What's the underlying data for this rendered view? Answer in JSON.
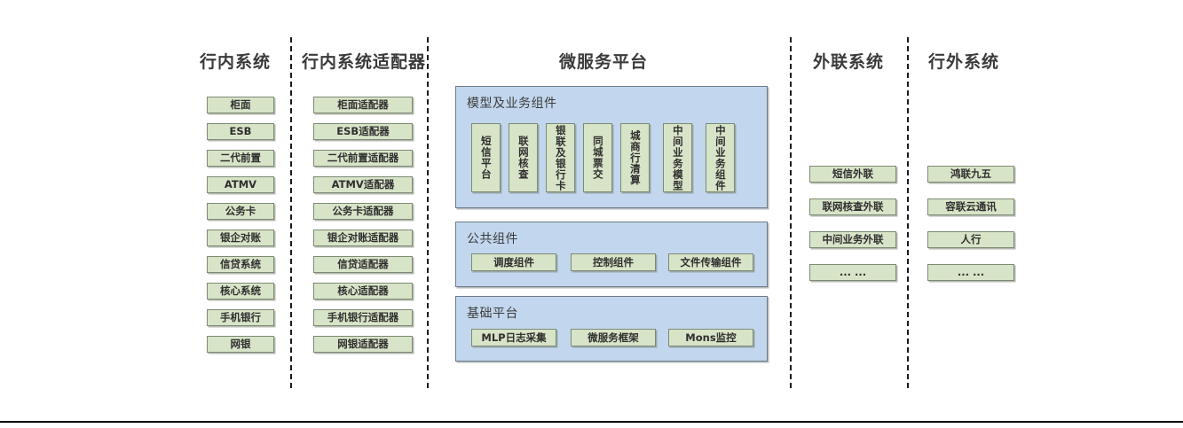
{
  "columns": {
    "internal_systems": {
      "title": "行内系统",
      "items": [
        {
          "label": "柜面"
        },
        {
          "label": "ESB"
        },
        {
          "label": "二代前置"
        },
        {
          "label": "ATMV"
        },
        {
          "label": "公务卡"
        },
        {
          "label": "银企对账"
        },
        {
          "label": "信贷系统"
        },
        {
          "label": "核心系统"
        },
        {
          "label": "手机银行"
        },
        {
          "label": "网银"
        }
      ]
    },
    "internal_adapters": {
      "title": "行内系统适配器",
      "items": [
        {
          "label": "柜面适配器"
        },
        {
          "label": "ESB适配器"
        },
        {
          "label": "二代前置适配器"
        },
        {
          "label": "ATMV适配器"
        },
        {
          "label": "公务卡适配器"
        },
        {
          "label": "银企对账适配器"
        },
        {
          "label": "信贷适配器"
        },
        {
          "label": "核心适配器"
        },
        {
          "label": "手机银行适配器"
        },
        {
          "label": "网银适配器"
        }
      ]
    },
    "microservice_platform": {
      "title": "微服务平台",
      "sections": [
        {
          "label": "模型及业务组件",
          "items": [
            {
              "label": "短信平台"
            },
            {
              "label": "联网核查"
            },
            {
              "label": "银联及银行卡"
            },
            {
              "label": "同城票交"
            },
            {
              "label": "城商行清算"
            },
            {
              "label": "中间业务模型"
            },
            {
              "label": "中间业务组件"
            }
          ]
        },
        {
          "label": "公共组件",
          "items": [
            {
              "label": "调度组件"
            },
            {
              "label": "控制组件"
            },
            {
              "label": "文件传输组件"
            }
          ]
        },
        {
          "label": "基础平台",
          "items": [
            {
              "label": "MLP日志采集"
            },
            {
              "label": "微服务框架"
            },
            {
              "label": "Mons监控"
            }
          ]
        }
      ]
    },
    "external_liaison": {
      "title": "外联系统",
      "items": [
        {
          "label": "短信外联"
        },
        {
          "label": "联网核查外联"
        },
        {
          "label": "中间业务外联"
        },
        {
          "label": "... ..."
        }
      ]
    },
    "offbank_systems": {
      "title": "行外系统",
      "items": [
        {
          "label": "鸿联九五"
        },
        {
          "label": "容联云通讯"
        },
        {
          "label": "人行"
        },
        {
          "label": "... ..."
        }
      ]
    }
  },
  "colors": {
    "node_fill": "#d8e4c8",
    "node_border": "#7c8a73",
    "panel_fill": "#c2d7ee",
    "panel_border": "#6f7a86",
    "title_text": "#3a3a3a",
    "divider": "#1b1b1b"
  }
}
